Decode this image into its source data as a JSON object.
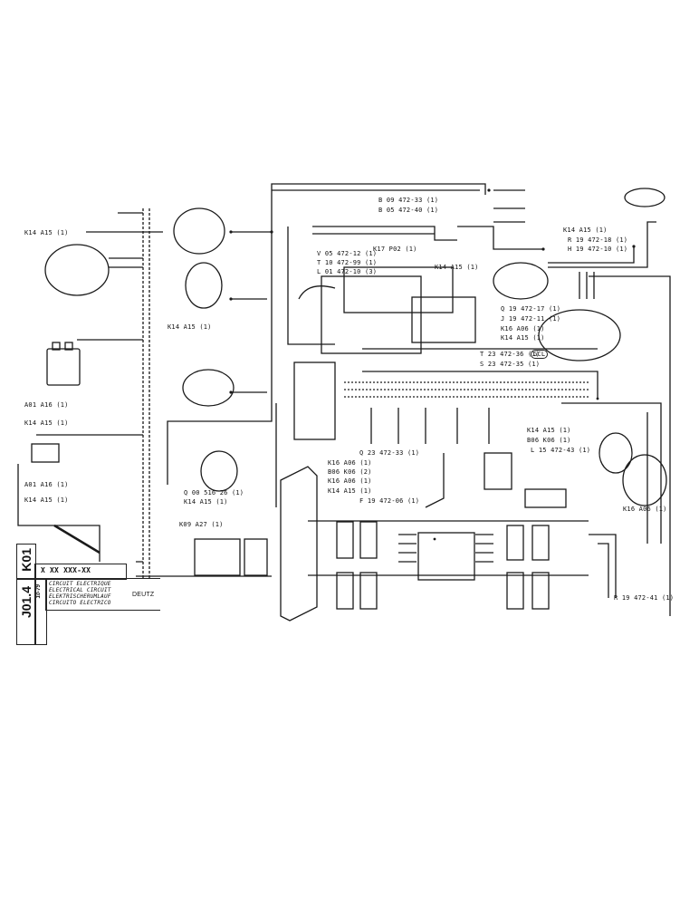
{
  "title_block": {
    "sheet_code": "K01",
    "sheet_number": "J01.4",
    "part_mask": "X XX XXX-XX",
    "date": "10-79",
    "titles": [
      "CIRCUIT ELECTRIQUE",
      "ELECTRICAL CIRCUIT",
      "ELEKTRISCHERUMLAUF",
      "CIRCUITO ELECTRICO"
    ],
    "engine": "DEUTZ"
  },
  "labels": {
    "k14_a15_top_left": "K14  A15  (1)",
    "a01_a16_left": "A01  A16  (1)",
    "k14_a15_left": "K14  A15  (1)",
    "a01_a16_lower": "A01  A16  (1)",
    "k14_a15_lower_left": "K14  A15  (1)",
    "k14_a15_center": "K14  A15  (1)",
    "b09": "B 09  472-33 (1)",
    "b05": "B 05  472-40 (1)",
    "v05": "V 05  472-12 (1)",
    "k17": "K17  P02 (1)",
    "t10": "T 10  472-99 (1)",
    "l01": "L 01  472-10 (3)",
    "k14_a15_mid": "K14  A15 (1)",
    "k14_a15_top_right": "K14  A15  (1)",
    "r19_18": "R 19  472-18  (1)",
    "h19": "H 19  472-10  (1)",
    "q19": "Q 19  472-17 (1)",
    "j19": "J 19  472-11  (1)",
    "k16_a06_r1": "K16  A06 (1)",
    "k14_a15_r2": "K14  A15  (1)",
    "t23": "T 23  472-36 (1)",
    "gcl": "GCL",
    "s23": "S 23  472-35 (1)",
    "k14_a15_r3": "K14  A15  (1)",
    "b06_k06_r": "B06  K06 (1)",
    "l15": "L 15  472-43 (1)",
    "q23": "Q 23  472-33 (1)",
    "k16_a06_c1": "K16  A06 (1)",
    "b06_k06_c": "B06  K06  (2)",
    "k16_a06_c2": "K16  A06  (1)",
    "k14_a15_c": "K14  A15 (1)",
    "f19": "F 19  472-06 (1)",
    "q00": "Q 00  516  26 (1)",
    "k14_a15_q": "K14  A15  (1)",
    "k09": "K09  A27 (1)",
    "k16_a06_right": "K16 A06 (1)",
    "r19_41": "R 19  472-41  (1)"
  },
  "colors": {
    "ink": "#1a1a1a",
    "paper": "#ffffff"
  }
}
